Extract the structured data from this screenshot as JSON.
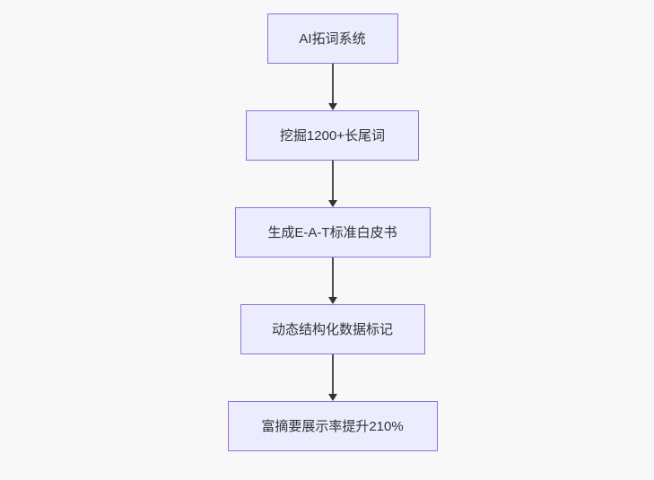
{
  "diagram": {
    "type": "flowchart",
    "direction": "top-down",
    "nodes": [
      {
        "label": "AI拓词系统"
      },
      {
        "label": "挖掘1200+长尾词"
      },
      {
        "label": "生成E-A-T标准白皮书"
      },
      {
        "label": "动态结构化数据标记"
      },
      {
        "label": "富摘要展示率提升210%"
      }
    ],
    "edges": [
      {
        "from": 0,
        "to": 1
      },
      {
        "from": 1,
        "to": 2
      },
      {
        "from": 2,
        "to": 3
      },
      {
        "from": 3,
        "to": 4
      }
    ],
    "colors": {
      "node_fill": "#ECECFF",
      "node_border": "#9370DB",
      "node_text": "#333333",
      "edge_line": "#4b4b4b",
      "arrowhead": "#333333",
      "background": "#f8f8f8"
    }
  }
}
